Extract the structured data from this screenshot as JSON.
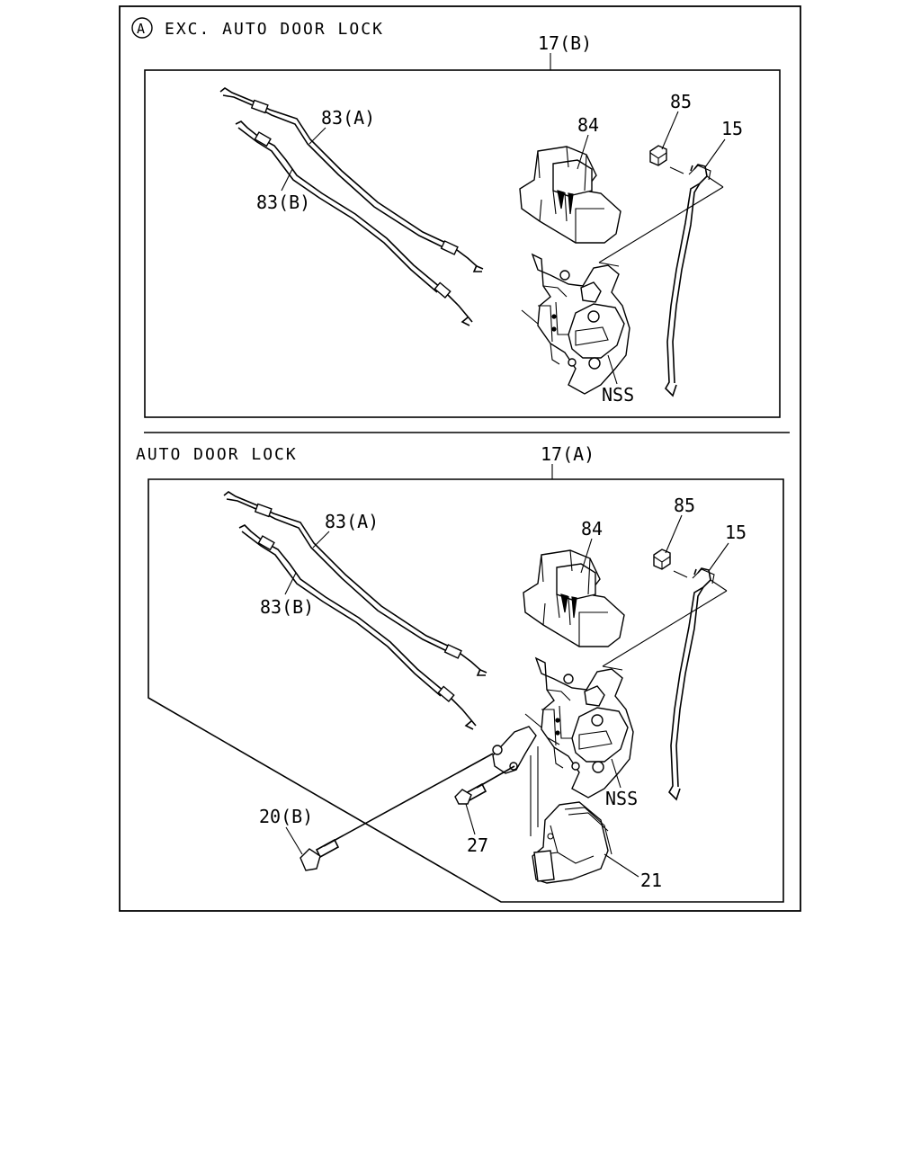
{
  "sections": {
    "exc_auto": {
      "circle_mark": "A",
      "title": "EXC. AUTO DOOR LOCK",
      "assembly_label": "17(B)",
      "labels": {
        "cable_a": "83(A)",
        "cable_b": "83(B)",
        "handle": "84",
        "nut": "85",
        "rod": "15",
        "latch": "NSS"
      }
    },
    "auto": {
      "title": "AUTO DOOR LOCK",
      "assembly_label": "17(A)",
      "labels": {
        "cable_a": "83(A)",
        "cable_b": "83(B)",
        "handle": "84",
        "nut": "85",
        "rod": "15",
        "latch": "NSS",
        "bolt": "20(B)",
        "screw": "27",
        "actuator": "21"
      }
    }
  }
}
